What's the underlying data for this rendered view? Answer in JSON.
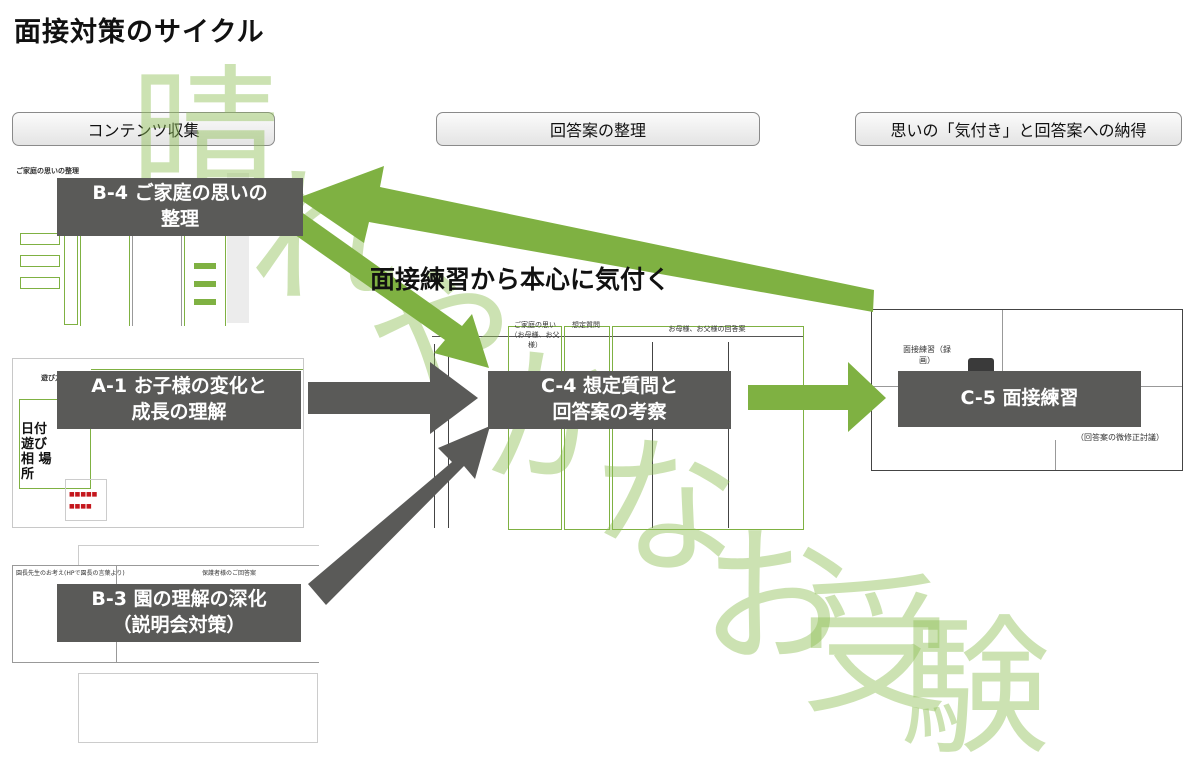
{
  "page_title": "面接対策のサイクル",
  "categories": {
    "content": "コンテンツ収集",
    "organize": "回答案の整理",
    "realize": "思いの「気付き」と回答案への納得"
  },
  "steps": {
    "b4": [
      "B-4 ご家庭の思いの",
      "整理"
    ],
    "a1": [
      "A-1 お子様の変化と",
      "成長の理解"
    ],
    "b3": [
      "B-3 園の理解の深化",
      "（説明会対策）"
    ],
    "c4": [
      "C-4 想定質問と",
      "回答案の考察"
    ],
    "c5": [
      "C-5 面接練習"
    ]
  },
  "center_caption": "面接練習から本心に気付く",
  "watermark": "晴れやかなお受験",
  "thumb_text": {
    "b4_title": "ご家庭の思いの整理",
    "a1_title": "遊び方",
    "a1_side": "日付 遊び相 場所",
    "b3_left": "園長先生のお考え(HPで園長の言葉より)",
    "b3_right": "保護者様のご回答案",
    "c4_col1": "ご家庭の思い（お母様、お父様）",
    "c4_col2": "想定質問",
    "c4_col3": "お母様、お父様の回答案",
    "c5_rec": "面接練習（録画）",
    "c5_fb": "（回答案の微修正討議）"
  }
}
